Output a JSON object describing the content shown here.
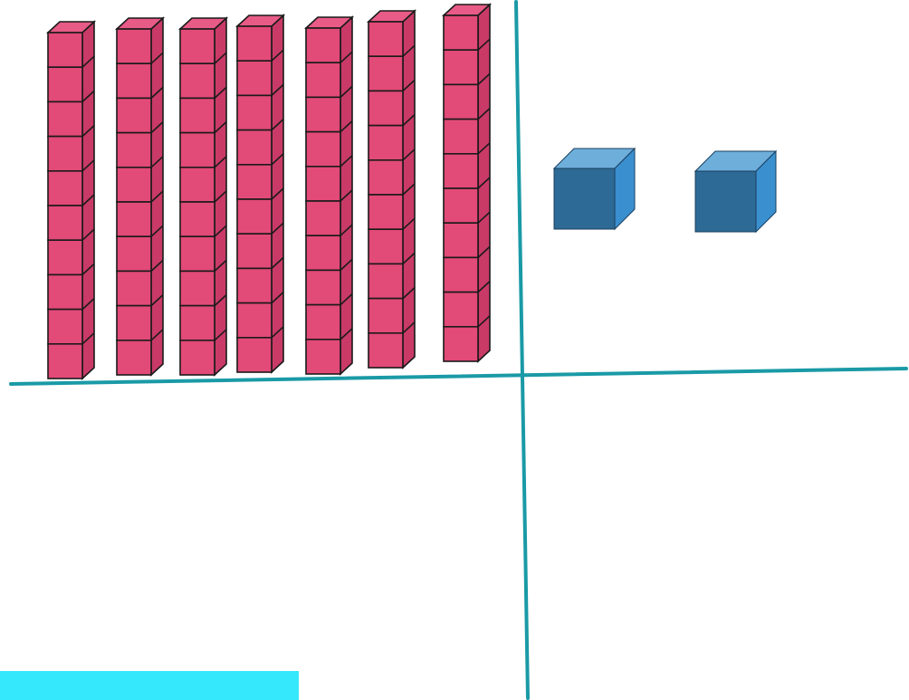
{
  "title": "",
  "colors": {
    "background": "#ffffff",
    "divider_lines": "#1a9aa6",
    "ten_rod_front": "#e24a78",
    "ten_rod_top": "#e85b87",
    "ten_rod_side": "#c93a67",
    "ten_rod_outline": "#1a1a1a",
    "unit_cube_front": "#2e6a96",
    "unit_cube_top": "#6eaedb",
    "unit_cube_side": "#3a8fcf",
    "unit_cube_outline": "#1b3f5c",
    "answer_bar": "#35e8fb"
  },
  "regions": {
    "tens": {
      "item": "ten-rod",
      "cubes_per_rod": 10,
      "count": 7
    },
    "ones": {
      "item": "unit-cube",
      "count": 2
    }
  },
  "answer_bar": {
    "text": "",
    "icon": "highlight-bar"
  }
}
